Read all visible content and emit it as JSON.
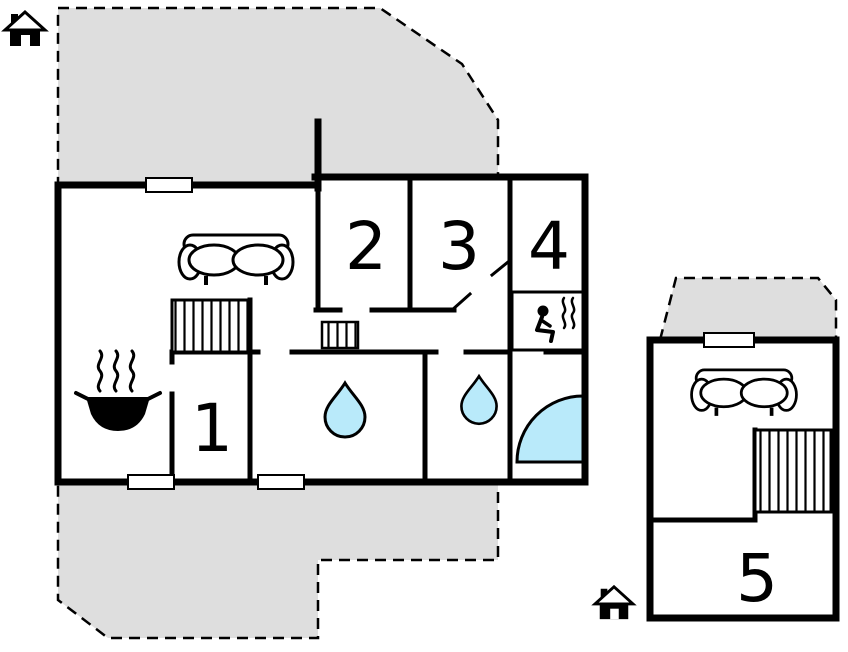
{
  "colors": {
    "background": "#ffffff",
    "terrace_fill": "#dedede",
    "outline": "#000000",
    "water_fill": "#b9eafa"
  },
  "rooms": [
    {
      "label": "1"
    },
    {
      "label": "2"
    },
    {
      "label": "3"
    },
    {
      "label": "4"
    },
    {
      "label": "5"
    }
  ],
  "icons": [
    "house-icon",
    "sofa-icon",
    "stairs-icon",
    "stove-pot-icon",
    "steam-icon",
    "sauna-icon",
    "water-drop-icon",
    "corner-shower-icon",
    "window-icon"
  ]
}
